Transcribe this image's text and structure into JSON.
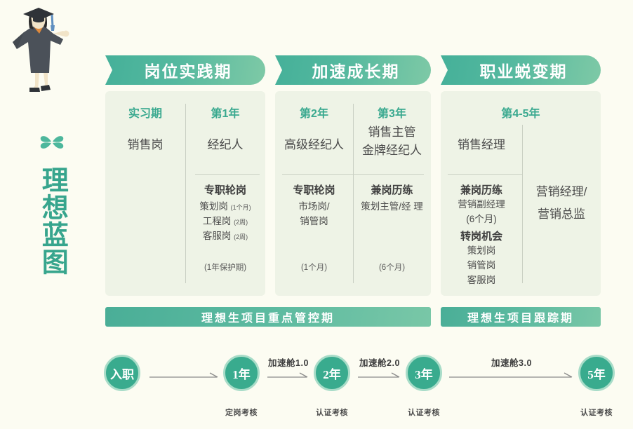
{
  "brand": {
    "title": "理想蓝图",
    "clover_icon": "clover-icon",
    "graduate_icon": "graduate-figure-icon"
  },
  "stages": [
    {
      "banner": "岗位实践期",
      "columns": [
        {
          "head": "实习期",
          "role": "销售岗",
          "sub_head": "",
          "items": [],
          "note": ""
        },
        {
          "head": "第1年",
          "role": "经纪人",
          "sub_head": "专职轮岗",
          "items": [
            {
              "label": "策划岗",
              "dur": "(1个月)"
            },
            {
              "label": "工程岗",
              "dur": "(2周)"
            },
            {
              "label": "客服岗",
              "dur": "(2周)"
            }
          ],
          "note": "(1年保护期)"
        }
      ]
    },
    {
      "banner": "加速成长期",
      "columns": [
        {
          "head": "第2年",
          "role": "高级经纪人",
          "sub_head": "专职轮岗",
          "items": [
            {
              "label": "市场岗/",
              "dur": ""
            },
            {
              "label": "销管岗",
              "dur": ""
            }
          ],
          "note": "(1个月)"
        },
        {
          "head": "第3年",
          "role": "销售主管\n金牌经纪人",
          "sub_head": "兼岗历练",
          "items": [
            {
              "label": "策划主管/经 理",
              "dur": ""
            }
          ],
          "note": "(6个月)"
        }
      ]
    },
    {
      "banner": "职业蜕变期",
      "head": "第4-5年",
      "columns": [
        {
          "head": "",
          "role": "销售经理",
          "sub_head": "兼岗历练",
          "items": [
            {
              "label": "营销副经理",
              "dur": ""
            },
            {
              "label": "(6个月)",
              "dur": ""
            }
          ],
          "sub_head2": "转岗机会",
          "items2": [
            {
              "label": "策划岗",
              "dur": ""
            },
            {
              "label": "销管岗",
              "dur": ""
            },
            {
              "label": "客服岗",
              "dur": ""
            }
          ],
          "note": ""
        },
        {
          "head": "",
          "role": "营销经理/\n营销总监",
          "sub_head": "",
          "items": [],
          "note": ""
        }
      ]
    }
  ],
  "phase_bars": [
    {
      "label": "理想生项目重点管控期"
    },
    {
      "label": "理想生项目跟踪期"
    }
  ],
  "timeline": {
    "nodes": [
      {
        "label": "入职",
        "caption": ""
      },
      {
        "label": "1年",
        "caption": "定岗考核"
      },
      {
        "label": "2年",
        "caption": "认证考核"
      },
      {
        "label": "3年",
        "caption": "认证考核"
      },
      {
        "label": "5年",
        "caption": "认证考核"
      }
    ],
    "arrow_labels": [
      "",
      "加速舱1.0",
      "加速舱2.0",
      "加速舱3.0"
    ]
  },
  "colors": {
    "teal": "#39ab8e",
    "teal_light": "#79c7a7",
    "card_bg": "#eef3e6",
    "page_bg": "#fcfcf2",
    "heading": "#3aa98f"
  }
}
